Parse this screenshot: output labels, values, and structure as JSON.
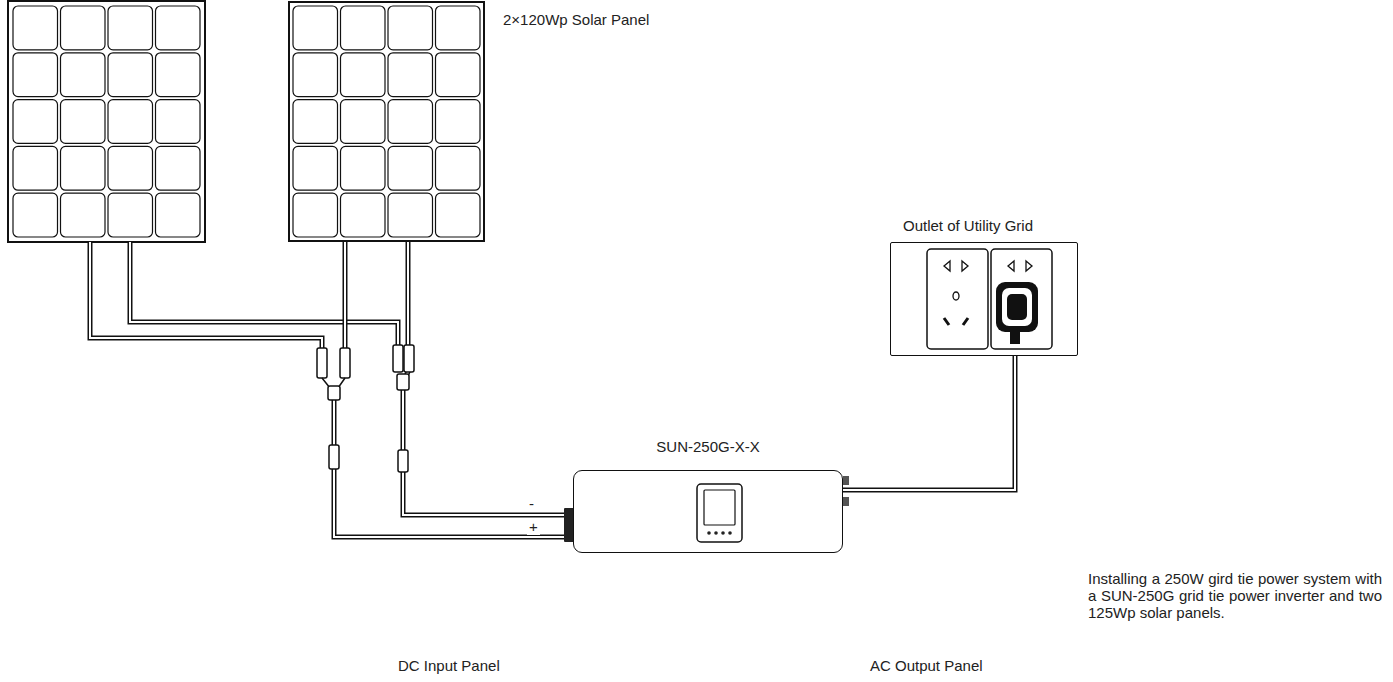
{
  "diagram": {
    "nodes": [
      {
        "text": [
          "2×120Wp Solar Panel"
        ]
      },
      {
        "text": [
          "SUN-250G-X-X"
        ]
      },
      {
        "text": [
          "Outlet of Utility Grid"
        ]
      }
    ],
    "edges": [
      {
        "from": 0,
        "to": 1,
        "arrow": "none"
      },
      {
        "from": 1,
        "to": 2,
        "arrow": "none"
      }
    ],
    "labels": [
      "-",
      "+",
      "Installing a 250W gird tie power system with a SUN-250G grid tie power inverter and two 125Wp solar panels.",
      "DC Input Panel",
      "AC Output Panel"
    ]
  }
}
